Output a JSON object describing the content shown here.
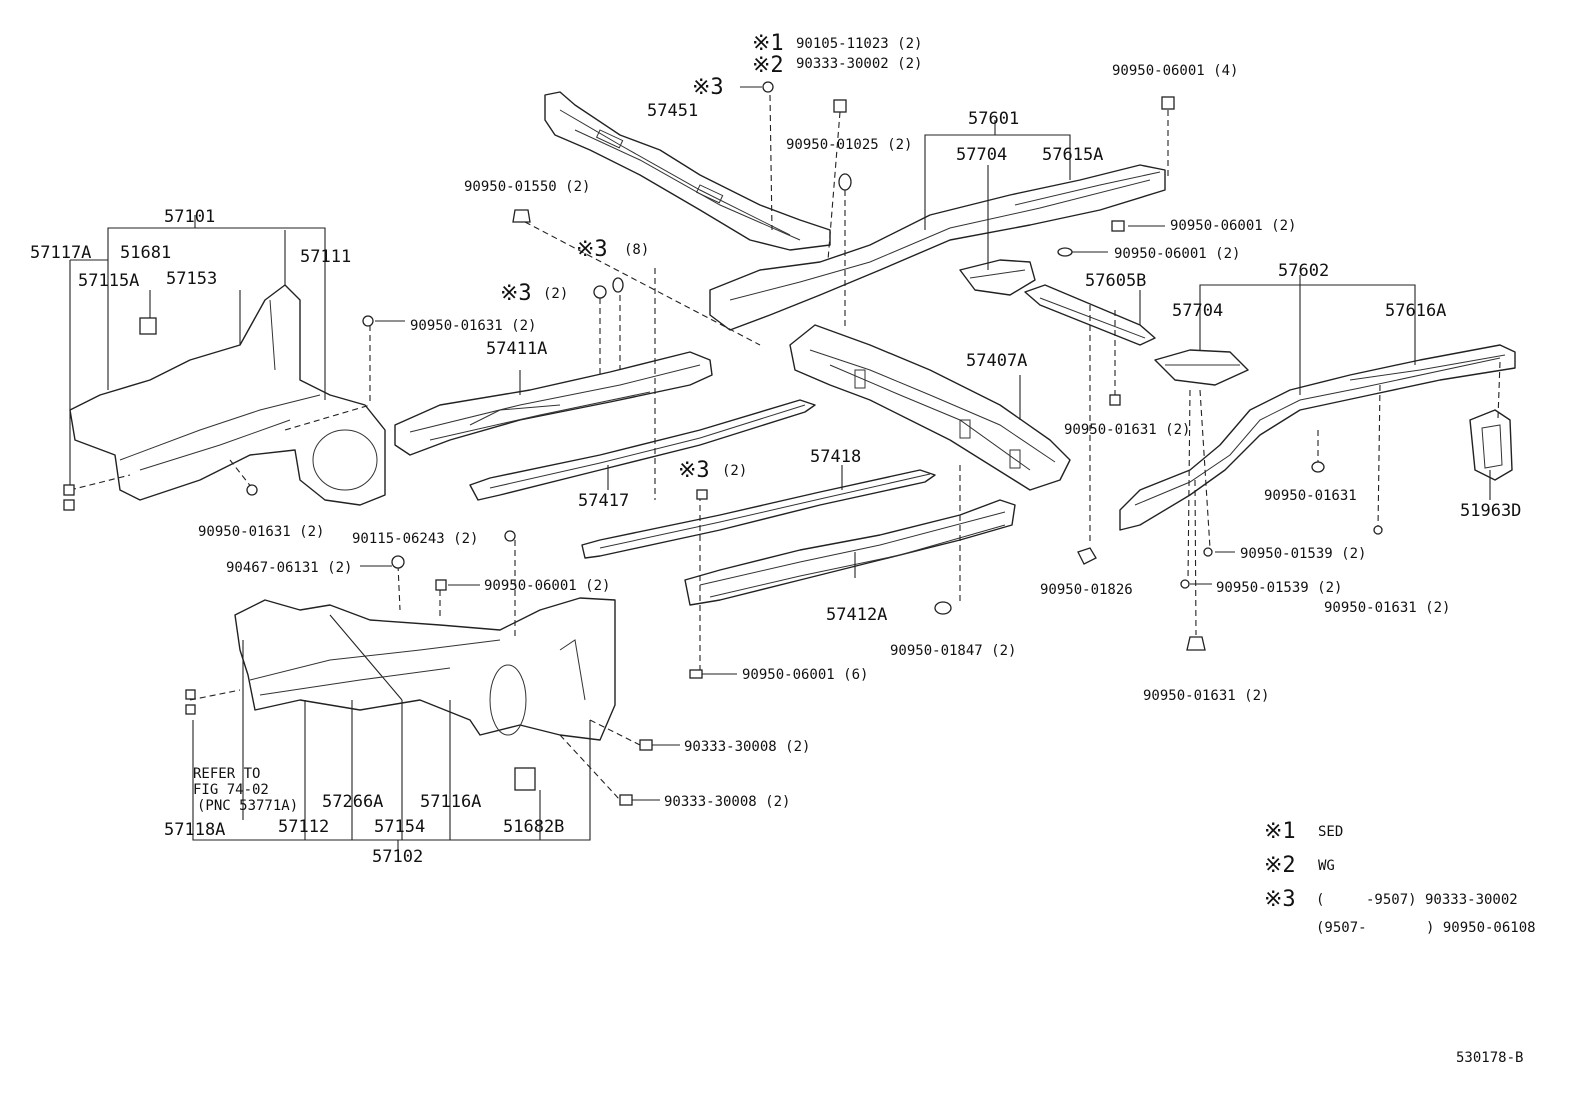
{
  "labels": {
    "p57451": "57451",
    "p57601": "57601",
    "p57704a": "57704",
    "p57615A": "57615A",
    "p57101": "57101",
    "p57117A": "57117A",
    "p51681": "51681",
    "p57111": "57111",
    "p57115A": "57115A",
    "p57153": "57153",
    "p57411A": "57411A",
    "p57407A": "57407A",
    "p57605B": "57605B",
    "p57602": "57602",
    "p57704b": "57704",
    "p57616A": "57616A",
    "p57417": "57417",
    "p57418": "57418",
    "p57412A": "57412A",
    "p51963D": "51963D",
    "p57118A": "57118A",
    "p57112": "57112",
    "p57266A": "57266A",
    "p57154": "57154",
    "p57116A": "57116A",
    "p51682B": "51682B",
    "p57102": "57102"
  },
  "refer": {
    "line1": "REFER TO",
    "line2": "FIG 74-02",
    "line3": "(PNC 53771A)"
  },
  "hardware": {
    "h_top1": "90105-11023 (2)",
    "h_top2": "90333-30002 (2)",
    "h_06001_4": "90950-06001 (4)",
    "h_01025": "90950-01025 (2)",
    "h_01550": "90950-01550 (2)",
    "h_8": "(8)",
    "h_2a": "(2)",
    "h_06001_2a": "90950-06001 (2)",
    "h_06001_2b": "90950-06001 (2)",
    "h_01631_2a": "90950-01631 (2)",
    "h_01631_2b": "90950-01631 (2)",
    "h_01631_2c": "90950-01631 (2)",
    "h_01631": "90950-01631",
    "h_06243": "90115-06243 (2)",
    "h_06131": "90467-06131 (2)",
    "h_06001_2c": "90950-06001 (2)",
    "h_2b": "(2)",
    "h_01539_a": "90950-01539 (2)",
    "h_01539_b": "90950-01539 (2)",
    "h_01826": "90950-01826",
    "h_01631_2d": "90950-01631 (2)",
    "h_01847": "90950-01847 (2)",
    "h_06001_6": "90950-06001 (6)",
    "h_01631_2e": "90950-01631 (2)",
    "h_30008_a": "90333-30008 (2)",
    "h_30008_b": "90333-30008 (2)"
  },
  "markers": {
    "m1": "※1",
    "m2": "※2",
    "m3": "※3"
  },
  "legend": {
    "l1_mark": "※1",
    "l1_text": "SED",
    "l2_mark": "※2",
    "l2_text": "WG",
    "l3_mark": "※3",
    "l3_row1_a": "(",
    "l3_row1_b": "-9507) 90333-30002",
    "l3_row2_a": "(9507-",
    "l3_row2_b": ") 90950-06108"
  },
  "figure_id": "530178-B"
}
